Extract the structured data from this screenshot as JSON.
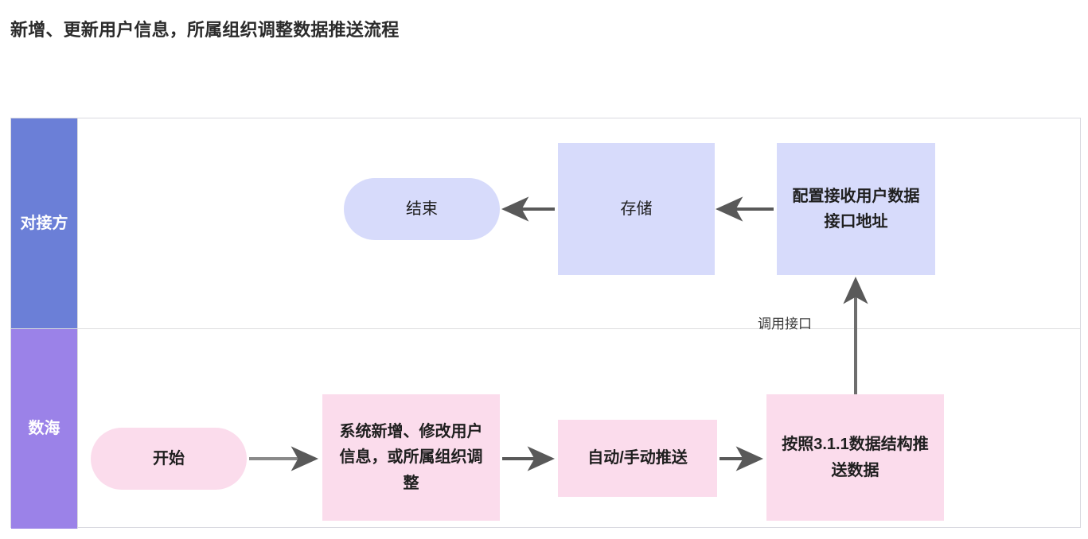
{
  "page": {
    "title": "新增、更新用户信息，所属组织调整数据推送流程",
    "background": "#ffffff"
  },
  "colors": {
    "lane_top_header": "#6b7fd7",
    "lane_bottom_header": "#9b82e8",
    "node_lavender": "#d7dbfb",
    "node_pink": "#fbdcec",
    "arrow": "#8a8a8a",
    "arrow_head": "#595959",
    "border": "#d9d9e0",
    "text": "#1f1f1f",
    "header_text": "#ffffff"
  },
  "diagram": {
    "type": "swimlane-flowchart",
    "lanes": [
      {
        "id": "lane-top",
        "label": "对接方",
        "color": "#6b7fd7",
        "nodes": [
          {
            "id": "node-end",
            "label": "结束",
            "shape": "pill",
            "fill": "#d7dbfb",
            "bold": false,
            "font_size": 20
          },
          {
            "id": "node-store",
            "label": "存储",
            "shape": "rect",
            "fill": "#d7dbfb",
            "bold": false,
            "font_size": 20
          },
          {
            "id": "node-config-api",
            "label": "配置接收用户数据接口地址",
            "shape": "rect",
            "fill": "#d7dbfb",
            "bold": true,
            "font_size": 20
          }
        ]
      },
      {
        "id": "lane-bottom",
        "label": "数海",
        "color": "#9b82e8",
        "nodes": [
          {
            "id": "node-start",
            "label": "开始",
            "shape": "pill",
            "fill": "#fbdcec",
            "bold": true,
            "font_size": 20
          },
          {
            "id": "node-change-user",
            "label": "系统新增、修改用户信息，或所属组织调整",
            "shape": "rect",
            "fill": "#fbdcec",
            "bold": true,
            "font_size": 20
          },
          {
            "id": "node-push-mode",
            "label": "自动/手动推送",
            "shape": "rect",
            "fill": "#fbdcec",
            "bold": true,
            "font_size": 20
          },
          {
            "id": "node-push-data",
            "label": "按照3.1.1数据结构推送数据",
            "shape": "rect",
            "fill": "#fbdcec",
            "bold": true,
            "font_size": 20
          }
        ]
      }
    ],
    "edges": [
      {
        "id": "edge-start-to-change",
        "from": "node-start",
        "to": "node-change-user",
        "label": "",
        "direction": "right"
      },
      {
        "id": "edge-change-to-push",
        "from": "node-change-user",
        "to": "node-push-mode",
        "label": "",
        "direction": "right"
      },
      {
        "id": "edge-push-to-data",
        "from": "node-push-mode",
        "to": "node-push-data",
        "label": "",
        "direction": "right"
      },
      {
        "id": "edge-data-to-config",
        "from": "node-push-data",
        "to": "node-config-api",
        "label": "调用接口",
        "direction": "up"
      },
      {
        "id": "edge-config-to-store",
        "from": "node-config-api",
        "to": "node-store",
        "label": "",
        "direction": "left"
      },
      {
        "id": "edge-store-to-end",
        "from": "node-store",
        "to": "node-end",
        "label": "",
        "direction": "left"
      }
    ]
  }
}
